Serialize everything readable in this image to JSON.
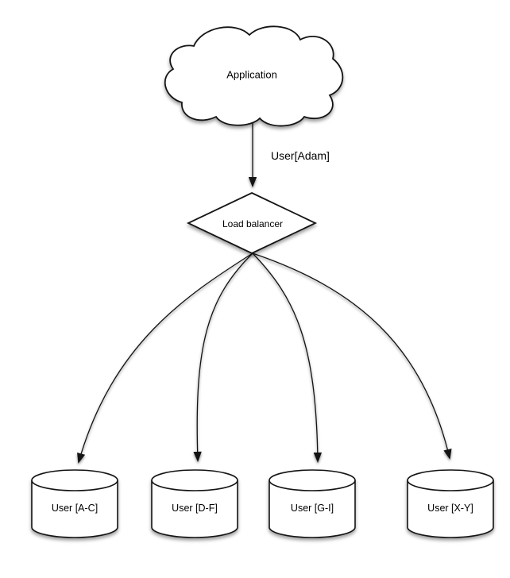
{
  "diagram": {
    "type": "flow-diagram",
    "colors": {
      "stroke": "#141414",
      "shape_fill": "#ffffff",
      "text": "#000000",
      "background": "#ffffff"
    },
    "nodes": {
      "cloud": {
        "label": "Application",
        "shape": "cloud"
      },
      "load_balancer": {
        "label": "Load balancer",
        "shape": "diamond"
      },
      "shards": [
        {
          "label": "User [A-C]",
          "shape": "cylinder"
        },
        {
          "label": "User [D-F]",
          "shape": "cylinder"
        },
        {
          "label": "User [G-I]",
          "shape": "cylinder"
        },
        {
          "label": "User [X-Y]",
          "shape": "cylinder"
        }
      ]
    },
    "edges": {
      "app_to_lb": {
        "label": "User[Adam]",
        "from": "Application",
        "to": "Load balancer"
      },
      "lb_to_shards": [
        {
          "from": "Load balancer",
          "to": "User [A-C]"
        },
        {
          "from": "Load balancer",
          "to": "User [D-F]"
        },
        {
          "from": "Load balancer",
          "to": "User [G-I]"
        },
        {
          "from": "Load balancer",
          "to": "User [X-Y]"
        }
      ]
    }
  }
}
